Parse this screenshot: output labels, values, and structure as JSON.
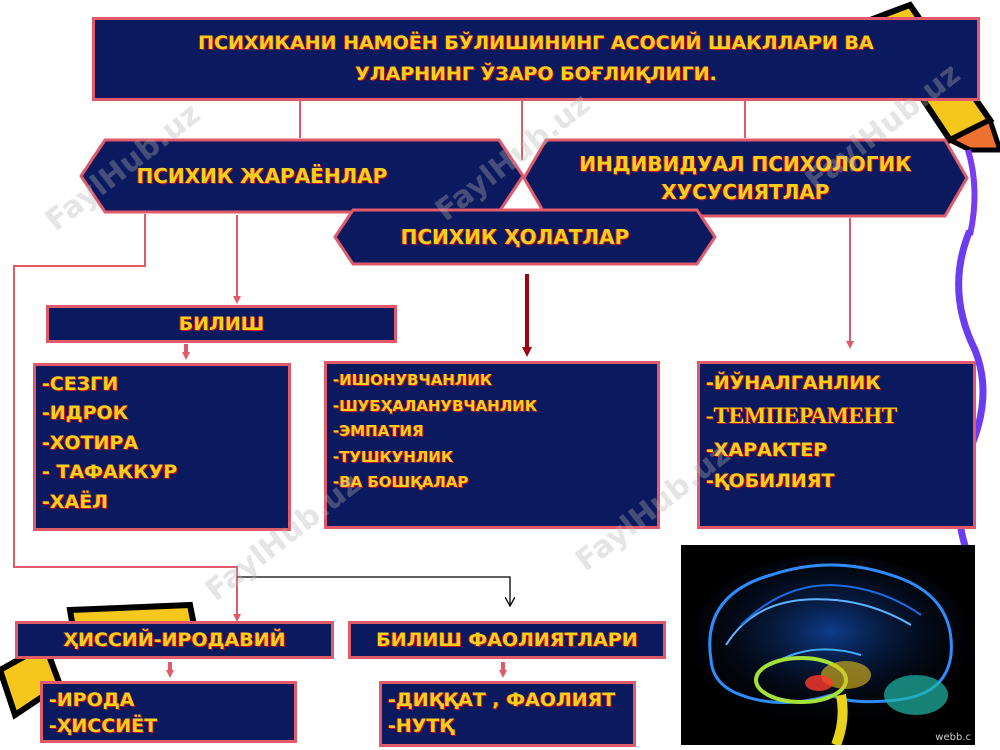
{
  "title": {
    "line1": "ПСИХИКАНИ НАМОЁН БЎЛИШИНИНГ АСОСИЙ ШАКЛЛАРИ ВА",
    "line2": "УЛАРНИНГ ЎЗАРО БОҒЛИҚЛИГИ."
  },
  "nodes": {
    "processes": "ПСИХИК ЖАРАЁНЛАР",
    "individual_line1": "ИНДИВИДУАЛ ПСИХОЛОГИК",
    "individual_line2": "ХУСУСИЯТЛАР",
    "states": "ПСИХИК ҲОЛАТЛАР",
    "cognition": "БИЛИШ",
    "emotional_volitional": "ҲИССИЙ-ИРОДАВИЙ",
    "cognitive_activities": "БИЛИШ ФАОЛИЯТЛАРИ"
  },
  "lists": {
    "cognition_items": [
      "-СЕЗГИ",
      "-ИДРОК",
      "-ХОТИРА",
      "- ТАФАККУР",
      "-ХАЁЛ"
    ],
    "states_items": [
      "-ИШОНУВЧАНЛИК",
      "-ШУБҲАЛАНУВЧАНЛИК",
      "-ЭМПАТИЯ",
      "-ТУШКУНЛИК",
      "-ВА БОШҚАЛАР"
    ],
    "individual_items": [
      "-ЙЎНАЛГАНЛИК",
      "-ТЕМПЕРАМЕНТ",
      "-ХАРАКТЕР",
      "-ҚОБИЛИЯТ"
    ],
    "emotional_items": [
      "-ИРОДА",
      "-ҲИССИЁТ"
    ],
    "activities_items": [
      "-ДИҚҚАТ , ФАОЛИЯТ",
      "-НУТҚ"
    ]
  },
  "watermark": "FaylHub.uz",
  "image_caption": "webb.c",
  "colors": {
    "box_fill": "#0b1a5e",
    "box_border": "#e05a6a",
    "text": "#f3d01a",
    "connector": "#e05a6a",
    "dark_arrow": "#a00010"
  }
}
